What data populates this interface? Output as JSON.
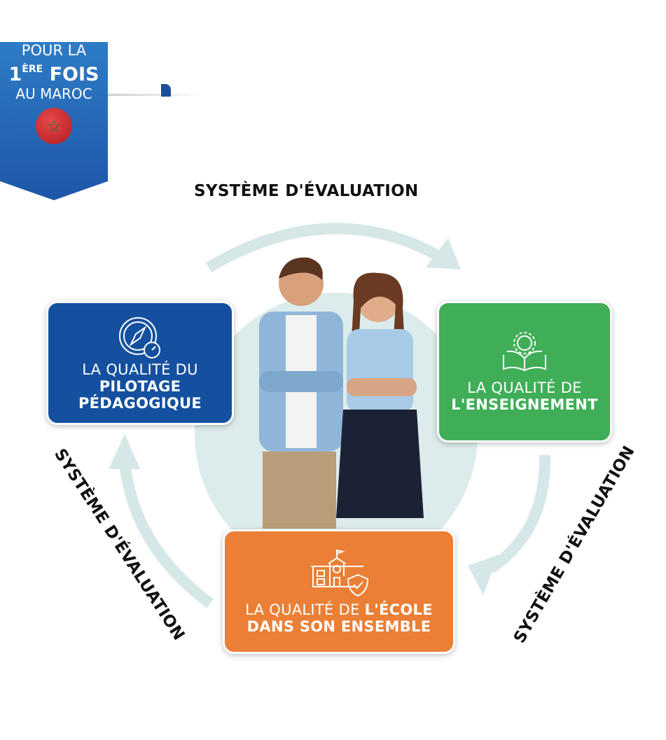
{
  "ribbon": {
    "line1": "POUR LA",
    "line2_num": "1",
    "line2_sup": "ÈRE",
    "line2_word": "FOIS",
    "line3": "AU MAROC"
  },
  "cycle_label": "SYSTÈME D'ÉVALUATION",
  "boxes": {
    "pilotage": {
      "line1": "LA QUALITÉ DU",
      "line2": "PILOTAGE",
      "line3": "PÉDAGOGIQUE"
    },
    "enseignement": {
      "line1": "LA QUALITÉ DE",
      "line2": "L'ENSEIGNEMENT"
    },
    "ecole": {
      "line1_plain": "LA QUALITÉ DE ",
      "line1_bold": "L'ÉCOLE",
      "line2": "DANS SON ENSEMBLE"
    }
  },
  "colors": {
    "blue": "#14509f",
    "green": "#3fae57",
    "orange": "#ea7f35",
    "arrow": "#d5e7e7"
  }
}
